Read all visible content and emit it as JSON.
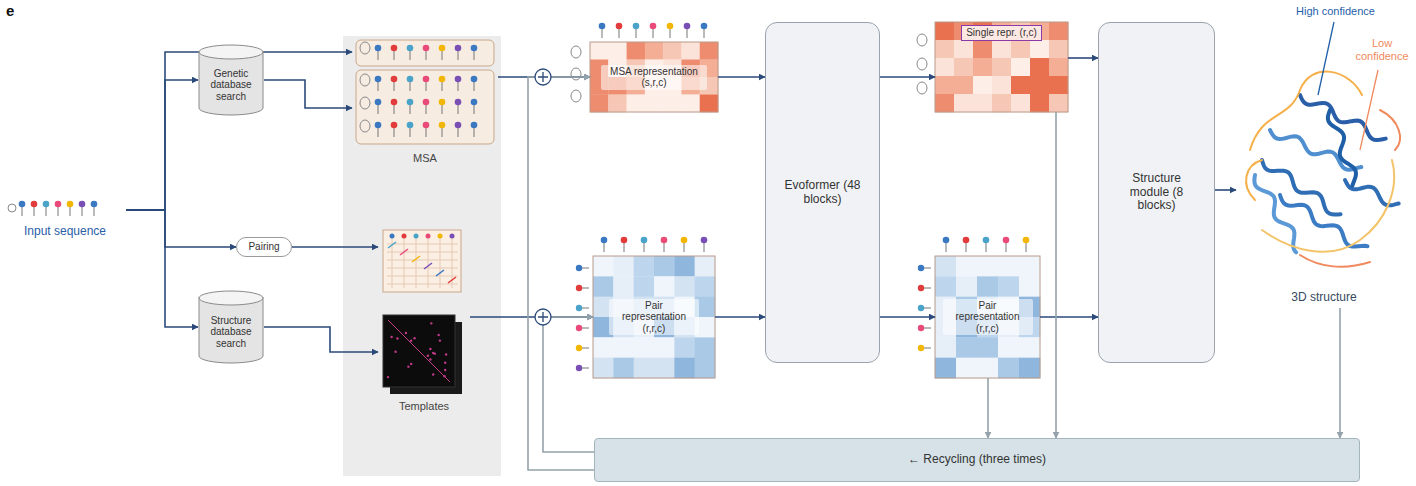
{
  "diagram": {
    "nodes": [
      {
        "text": [
          "Input sequence"
        ]
      },
      {
        "text": [
          "Genetic database search"
        ]
      },
      {
        "text": [
          "MSA"
        ]
      },
      {
        "text": [
          "Pairing"
        ]
      },
      {
        "text": [
          "Structure database search"
        ]
      },
      {
        "text": [
          "Templates"
        ]
      },
      {
        "text": [
          "MSA representation (s,r,c)"
        ]
      },
      {
        "text": [
          "Pair representation (r,r,c)"
        ]
      },
      {
        "text": [
          "Evoformer (48 blocks)"
        ]
      },
      {
        "text": [
          "Single repr. (r,c)"
        ]
      },
      {
        "text": [
          "Pair representation (r,r,c)"
        ]
      },
      {
        "text": [
          "Structure module (8 blocks)"
        ]
      },
      {
        "text": [
          "3D structure"
        ]
      },
      {
        "text": [
          "← Recycling (three times)"
        ]
      }
    ],
    "edges": [
      {
        "from": 0,
        "to": 2,
        "arrow": "to"
      },
      {
        "from": 0,
        "to": 1,
        "arrow": "to"
      },
      {
        "from": 1,
        "to": 2,
        "arrow": "to"
      },
      {
        "from": 0,
        "to": 3,
        "arrow": "to"
      },
      {
        "from": 3,
        "to": 5,
        "arrow": "to"
      },
      {
        "from": 0,
        "to": 4,
        "arrow": "to"
      },
      {
        "from": 4,
        "to": 5,
        "arrow": "to"
      },
      {
        "from": 2,
        "to": 6,
        "arrow": "to"
      },
      {
        "from": 5,
        "to": 7,
        "arrow": "to"
      },
      {
        "from": 6,
        "to": 8,
        "arrow": "to"
      },
      {
        "from": 7,
        "to": 8,
        "arrow": "to"
      },
      {
        "from": 8,
        "to": 9,
        "arrow": "to"
      },
      {
        "from": 8,
        "to": 10,
        "arrow": "to"
      },
      {
        "from": 9,
        "to": 11,
        "arrow": "to"
      },
      {
        "from": 10,
        "to": 11,
        "arrow": "to"
      },
      {
        "from": 11,
        "to": 12,
        "arrow": "to"
      },
      {
        "from": 10,
        "to": 13,
        "arrow": "to"
      },
      {
        "from": 9,
        "to": 13,
        "arrow": "to"
      },
      {
        "from": 12,
        "to": 13,
        "arrow": "to"
      },
      {
        "from": 13,
        "to": 6,
        "arrow": "to"
      },
      {
        "from": 13,
        "to": 7,
        "arrow": "to"
      }
    ],
    "labels": [
      "e",
      "High confidence",
      "Low confidence"
    ]
  }
}
